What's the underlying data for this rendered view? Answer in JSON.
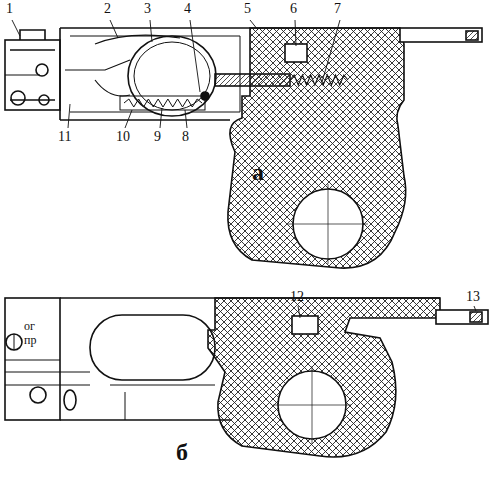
{
  "diagram": {
    "labels": [
      "1",
      "2",
      "3",
      "4",
      "5",
      "6",
      "7",
      "11",
      "10",
      "9",
      "8",
      "а",
      "12",
      "13",
      "б",
      "ог",
      "пр"
    ]
  }
}
